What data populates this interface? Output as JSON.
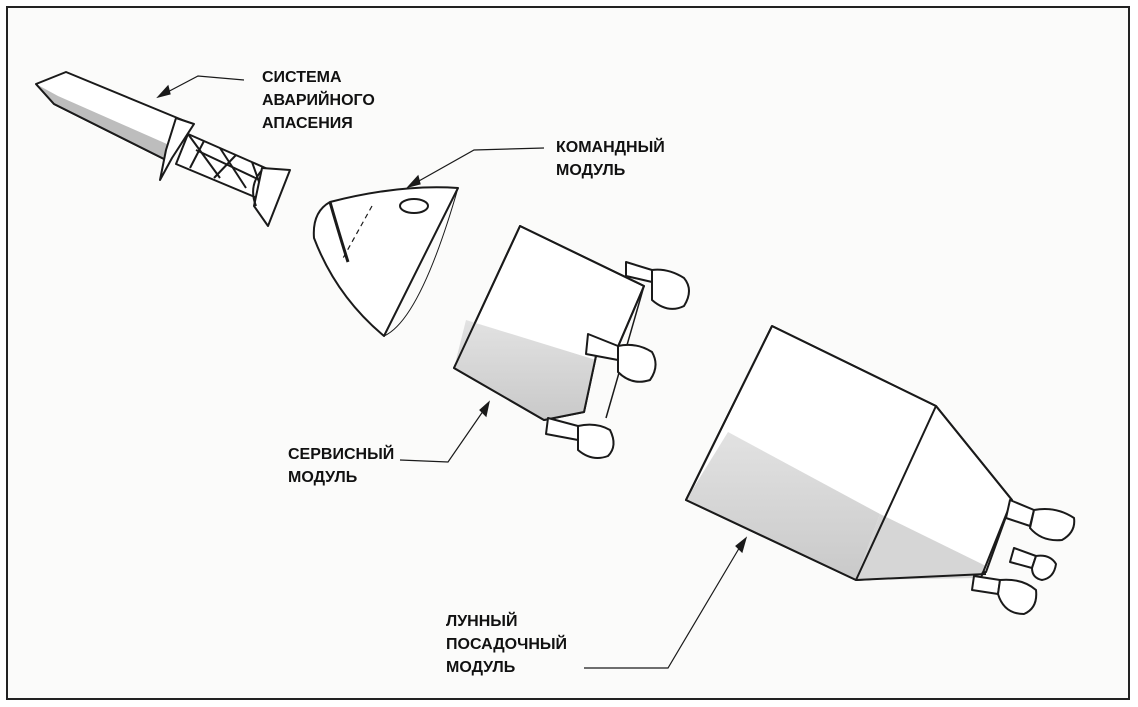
{
  "labels": {
    "escape_system": [
      "СИСТЕМА",
      "АВАРИЙНОГО",
      "АПАСЕНИЯ"
    ],
    "command_module": [
      "КОМАНДНЫЙ",
      "МОДУЛЬ"
    ],
    "service_module": [
      "СЕРВИСНЫЙ",
      "МОДУЛЬ"
    ],
    "lunar_module": [
      "ЛУННЫЙ",
      "ПОСАДОЧНЫЙ",
      "МОДУЛЬ"
    ]
  },
  "colors": {
    "ink": "#1a1a1a",
    "shade": "#d4d4d4",
    "paper": "#fbfbfa"
  }
}
